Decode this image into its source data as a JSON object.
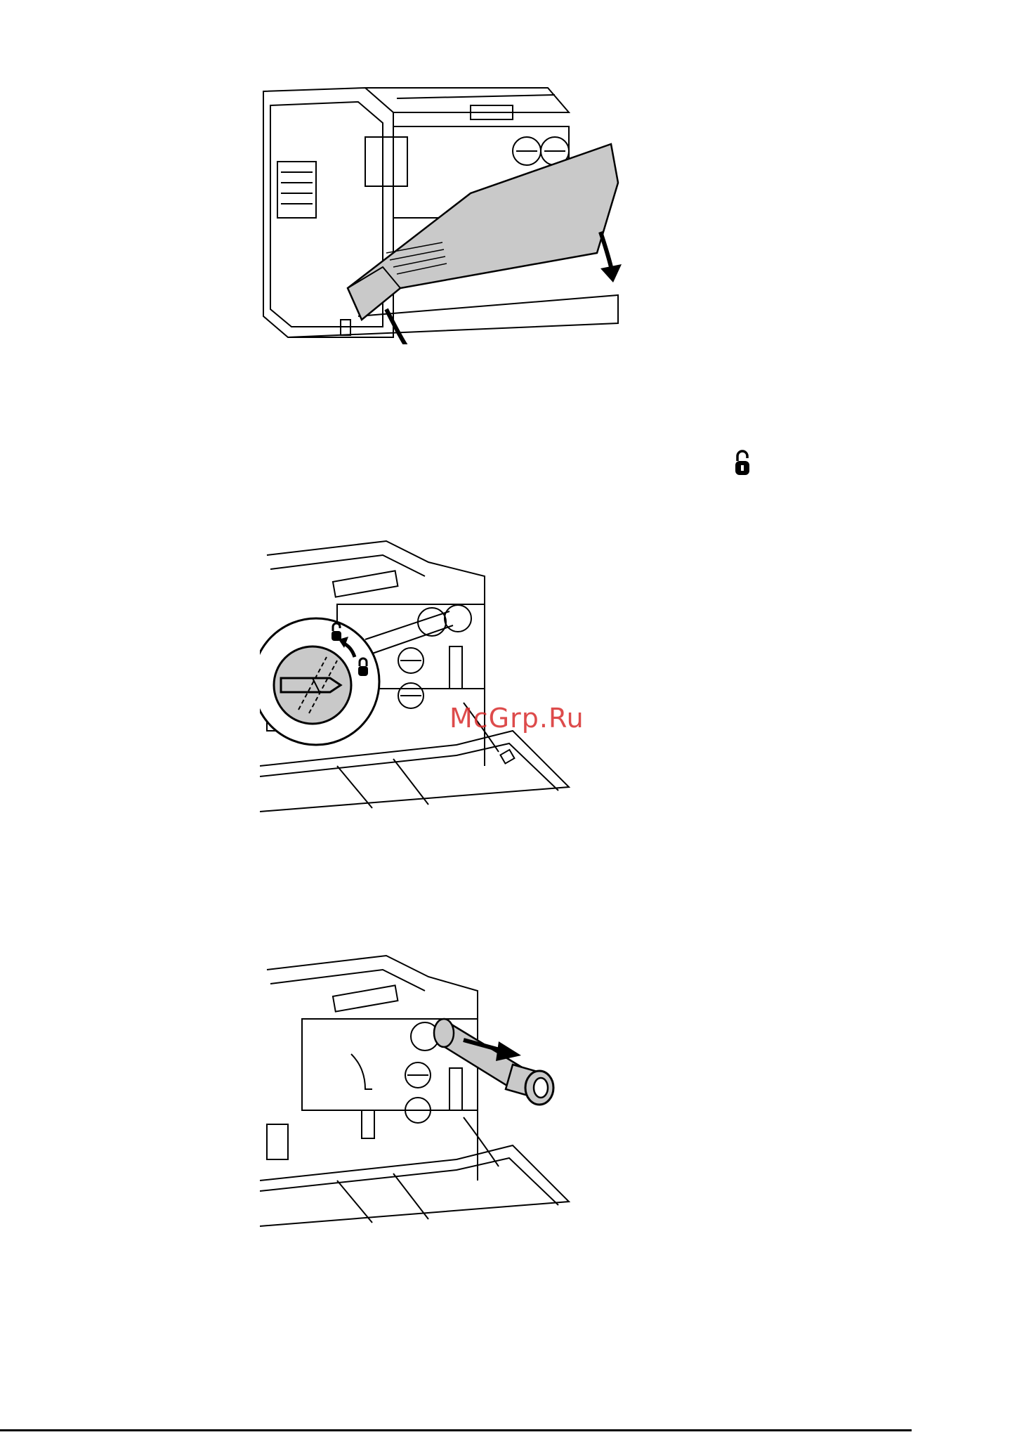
{
  "watermark": "McGrp.Ru",
  "colors": {
    "line": "#000000",
    "panel_fill": "#c9c9c9",
    "watermark": "#d82c2c"
  },
  "figures": [
    {
      "name": "open-front-cover",
      "icons": [
        "arrow-down-icon",
        "arrow-down-icon"
      ]
    },
    {
      "name": "unlock-toner-cartridge",
      "icons": [
        "unlock-icon",
        "lock-icon",
        "rotate-arrow-icon"
      ]
    },
    {
      "name": "remove-toner-cartridge",
      "icons": [
        "arrow-right-icon"
      ]
    }
  ],
  "inline_icon": "unlock-icon"
}
